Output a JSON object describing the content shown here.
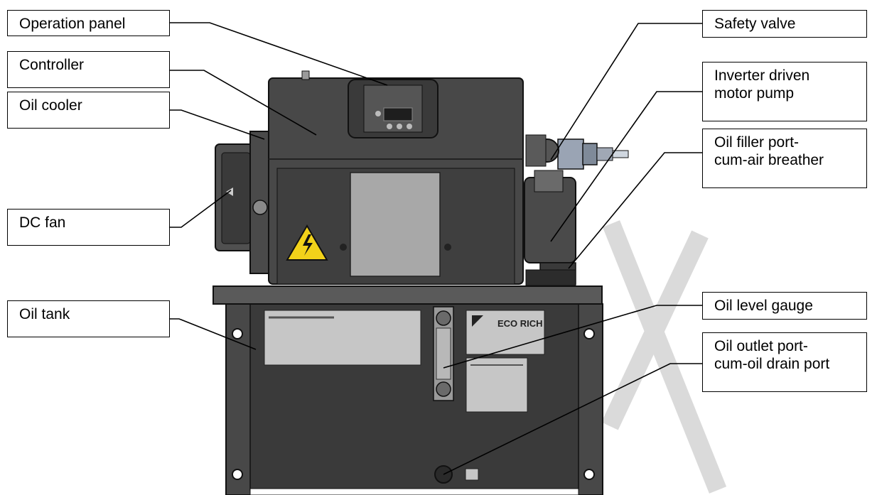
{
  "labels": {
    "operation_panel": "Operation panel",
    "controller": "Controller",
    "oil_cooler": "Oil cooler",
    "dc_fan": "DC fan",
    "oil_tank": "Oil tank",
    "safety_valve": "Safety valve",
    "inverter_pump": "Inverter driven\nmotor pump",
    "oil_filler": "Oil filler port-\ncum-air breather",
    "oil_level_gauge": "Oil level gauge",
    "oil_outlet": "Oil outlet port-\ncum-oil drain port"
  },
  "unit_text": {
    "brand": "ECO RICH"
  },
  "colors": {
    "body": "#484848",
    "body_dark": "#2e2e2e",
    "plate": "#c8c8c8",
    "warning": "#f2d21a",
    "watermark": "#d6d6d6"
  }
}
